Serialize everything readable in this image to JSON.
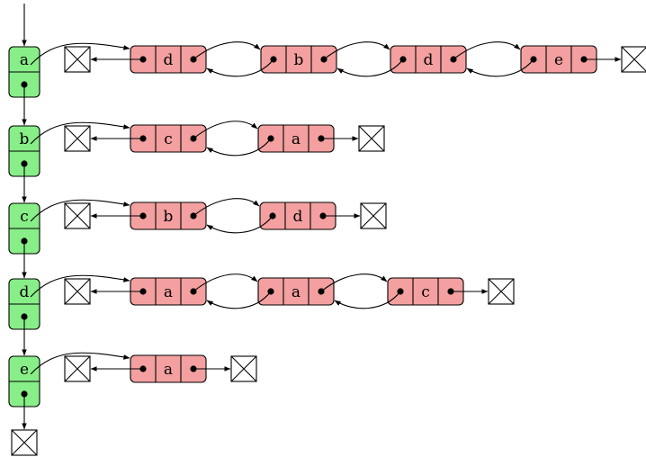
{
  "diagram": {
    "colors": {
      "vertex_fill": "#88ee88",
      "node_fill": "#f4a0a0",
      "stroke": "#000000",
      "background": "#ffffff"
    },
    "vertices": [
      {
        "label": "a",
        "adjacency": [
          "d",
          "b",
          "d",
          "e"
        ]
      },
      {
        "label": "b",
        "adjacency": [
          "c",
          "a"
        ]
      },
      {
        "label": "c",
        "adjacency": [
          "b",
          "d"
        ]
      },
      {
        "label": "d",
        "adjacency": [
          "a",
          "a",
          "c"
        ]
      },
      {
        "label": "e",
        "adjacency": [
          "a"
        ]
      }
    ],
    "null_marker": "crossed-box"
  }
}
